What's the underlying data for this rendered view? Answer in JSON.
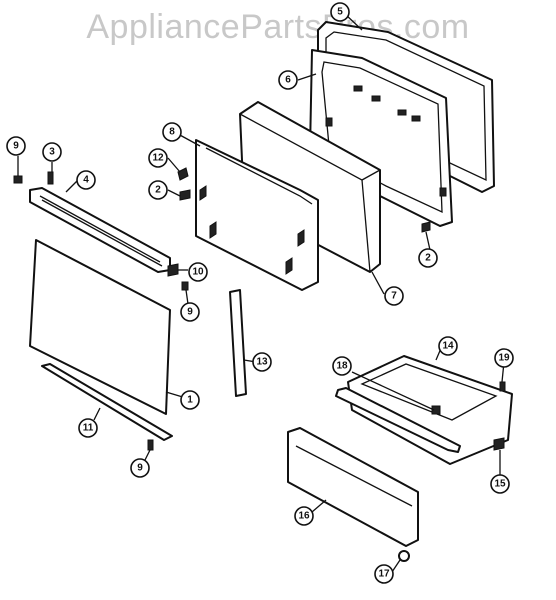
{
  "watermark": "AppliancePartsPros.com",
  "callouts": [
    {
      "id": "c1",
      "label": "1"
    },
    {
      "id": "c2a",
      "label": "2"
    },
    {
      "id": "c2b",
      "label": "2"
    },
    {
      "id": "c3",
      "label": "3"
    },
    {
      "id": "c4",
      "label": "4"
    },
    {
      "id": "c5",
      "label": "5"
    },
    {
      "id": "c6",
      "label": "6"
    },
    {
      "id": "c7",
      "label": "7"
    },
    {
      "id": "c8",
      "label": "8"
    },
    {
      "id": "c9a",
      "label": "9"
    },
    {
      "id": "c9b",
      "label": "9"
    },
    {
      "id": "c9c",
      "label": "9"
    },
    {
      "id": "c10",
      "label": "10"
    },
    {
      "id": "c11",
      "label": "11"
    },
    {
      "id": "c12",
      "label": "12"
    },
    {
      "id": "c13",
      "label": "13"
    },
    {
      "id": "c14",
      "label": "14"
    },
    {
      "id": "c15",
      "label": "15"
    },
    {
      "id": "c16",
      "label": "16"
    },
    {
      "id": "c17",
      "label": "17"
    },
    {
      "id": "c18",
      "label": "18"
    },
    {
      "id": "c19",
      "label": "19"
    }
  ]
}
